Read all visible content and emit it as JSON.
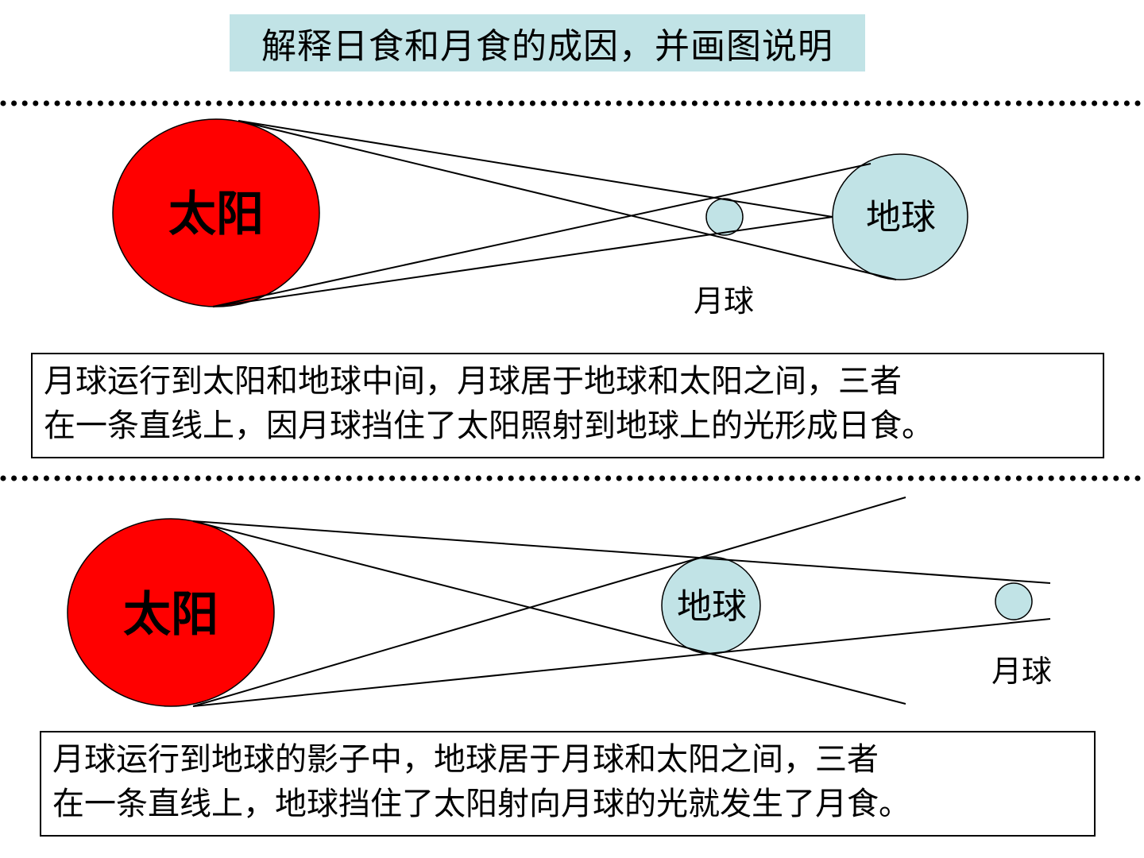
{
  "title": "解释日食和月食的成因，并画图说明",
  "solar_eclipse": {
    "sun_label": "太阳",
    "earth_label": "地球",
    "moon_label": "月球",
    "explanation_line1": "月球运行到太阳和地球中间，月球居于地球和太阳之间，三者",
    "explanation_line2": "在一条直线上，因月球挡住了太阳照射到地球上的光形成日食。"
  },
  "lunar_eclipse": {
    "sun_label": "太阳",
    "earth_label": "地球",
    "moon_label": "月球",
    "explanation_line1": "月球运行到地球的影子中，地球居于月球和太阳之间，三者",
    "explanation_line2": "在一条直线上，地球挡住了太阳射向月球的光就发生了月食。"
  },
  "colors": {
    "sun": "#ff0000",
    "earth_moon": "#c1e3e6",
    "title_bg": "#c1e3e6"
  }
}
